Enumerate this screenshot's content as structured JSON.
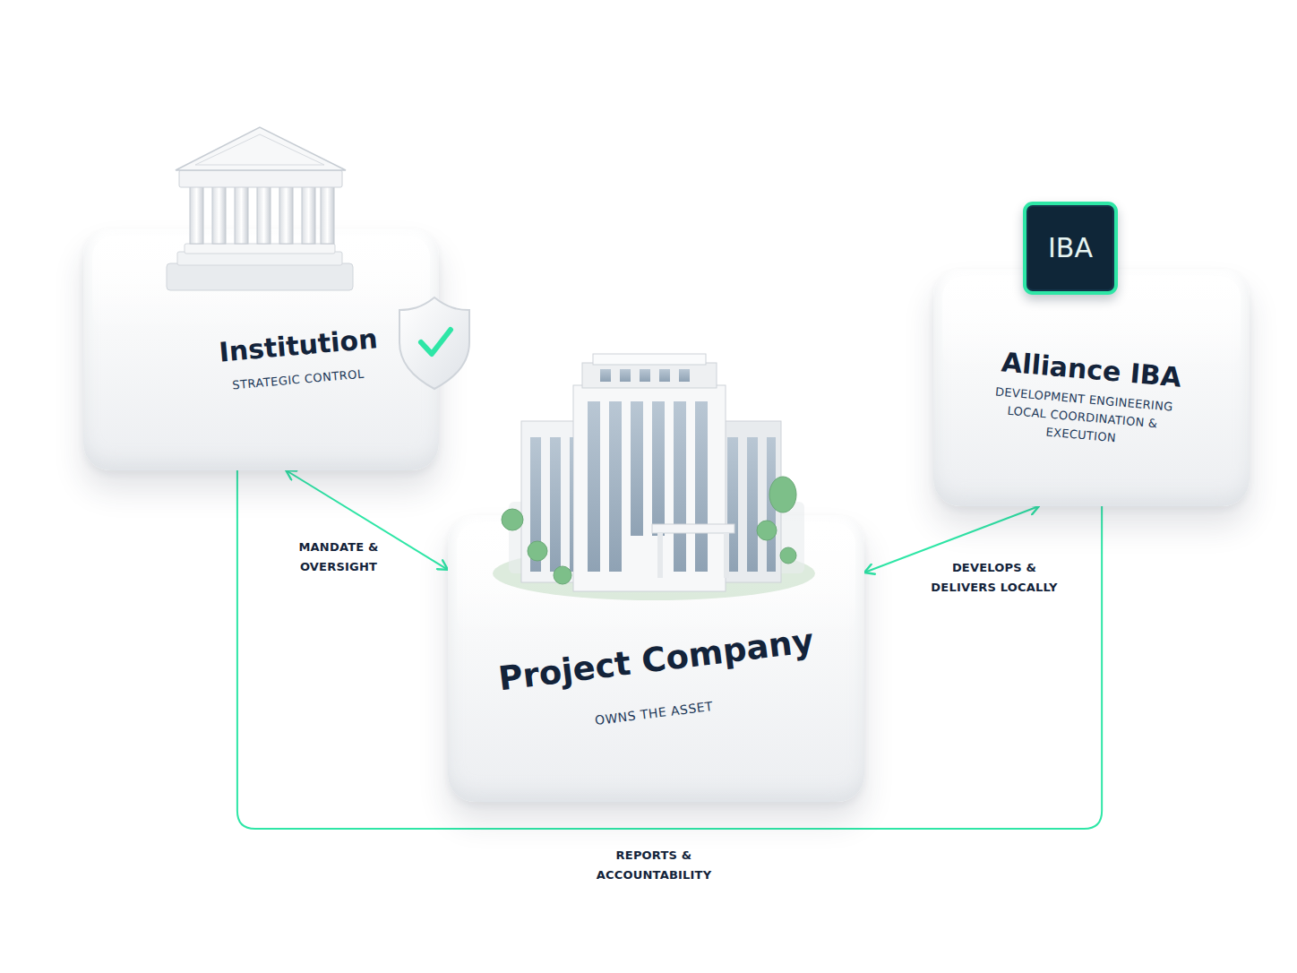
{
  "diagram": {
    "nodes": [
      {
        "text": [
          "Institution",
          "STRATEGIC CONTROL"
        ]
      },
      {
        "text": [
          "IBA"
        ]
      },
      {
        "text": [
          "Alliance IBA",
          "DEVELOPMENT ENGINEERING LOCAL COORDINATION & EXECUTION"
        ]
      },
      {
        "text": [
          "Project Company",
          "OWNS THE ASSET"
        ]
      }
    ],
    "edges": [
      {
        "from": 0,
        "to": 3,
        "label": "MANDATE & OVERSIGHT",
        "arrow": "both"
      },
      {
        "from": 3,
        "to": 2,
        "label": "DEVELOPS & DELIVERS LOCALLY",
        "arrow": "both"
      },
      {
        "from": 0,
        "to": 2,
        "label": "REPORTS & ACCOUNTABILITY",
        "arrow": "none"
      }
    ]
  }
}
